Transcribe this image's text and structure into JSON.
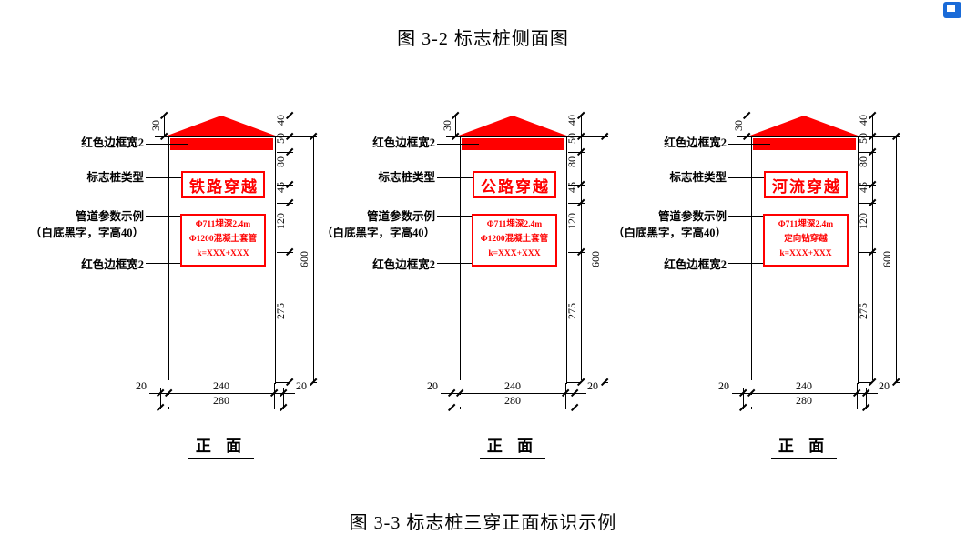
{
  "titles": {
    "top": "图 3-2 标志桩侧面图",
    "bottom": "图 3-3 标志桩三穿正面标识示例"
  },
  "callouts": {
    "border_top": "红色边框宽2",
    "type": "标志桩类型",
    "params": "管道参数示例",
    "params_note": "（白底黑字，字高40）",
    "border_bottom": "红色边框宽2"
  },
  "dims": {
    "cap": "30",
    "chain": [
      "40",
      "50",
      "80",
      "45",
      "120",
      "275"
    ],
    "overall_height": "600",
    "side": "20",
    "width": "240",
    "total_width": "280"
  },
  "view_label": "正  面",
  "piles": [
    {
      "type": "铁路穿越",
      "params": [
        "Φ711埋深2.4m",
        "Φ1200混凝土套管",
        "k=XXX+XXX"
      ]
    },
    {
      "type": "公路穿越",
      "params": [
        "Φ711埋深2.4m",
        "Φ1200混凝土套管",
        "k=XXX+XXX"
      ]
    },
    {
      "type": "河流穿越",
      "params": [
        "Φ711埋深2.4m",
        "定向钻穿越",
        "k=XXX+XXX"
      ]
    }
  ],
  "colors": {
    "accent_red": "#ff0000",
    "ink": "#000000",
    "badge_blue": "#1a6bd8"
  }
}
